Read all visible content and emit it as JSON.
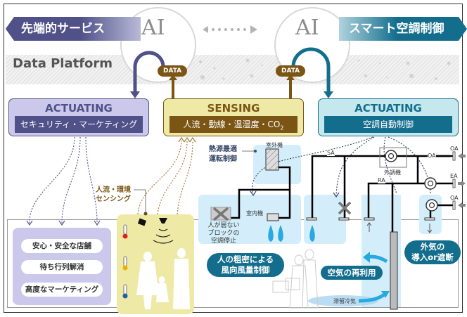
{
  "banners": {
    "left": "先端的サービス",
    "right": "スマート空調制御"
  },
  "ai_labels": [
    "AI",
    "AI"
  ],
  "platform": {
    "label": "Data Platform",
    "data_tags": [
      "DATA",
      "DATA"
    ]
  },
  "actuating_left": {
    "title": "ACTUATING",
    "subtitle": "セキュリティ・マーケティング"
  },
  "sensing": {
    "title": "SENSING",
    "subtitle_main": "人流・動線・温湿度・CO",
    "subtitle_sub": "2"
  },
  "actuating_right": {
    "title": "ACTUATING",
    "subtitle": "空調自動制御"
  },
  "services": [
    "安心・安全な店舗",
    "待ち行列解消",
    "高度なマーケティング"
  ],
  "sensing_callout": [
    "人流・環境",
    "センシング"
  ],
  "heat_source_callout": [
    "熱源最適",
    "運転制御"
  ],
  "equipment": {
    "outdoor_unit": "室外機",
    "indoor_unit": "室内機",
    "ahu": "外調機",
    "sa": "SA",
    "ra": "RA",
    "oa_inner": "OA",
    "side_labels": [
      "OA",
      "EA",
      "OA"
    ]
  },
  "no_people_note": [
    "人が居ない",
    "ブロックの",
    "空調停止"
  ],
  "pills": {
    "airflow": [
      "人の粗密による",
      "風向風量制御"
    ],
    "reuse": "空気の再利用",
    "outside_air": [
      "外気の",
      "導入or遮断"
    ]
  },
  "stagnant_air": "滞留冷気",
  "colors": {
    "purple": "#4f5188",
    "purple_light": "#cbc8ec",
    "brown": "#7b5514",
    "yellow_light": "#efe9a6",
    "teal": "#136e8e",
    "teal_light": "#c5e7ee",
    "sky": "#d3eefa",
    "drop_blue": "#29a9e1"
  }
}
